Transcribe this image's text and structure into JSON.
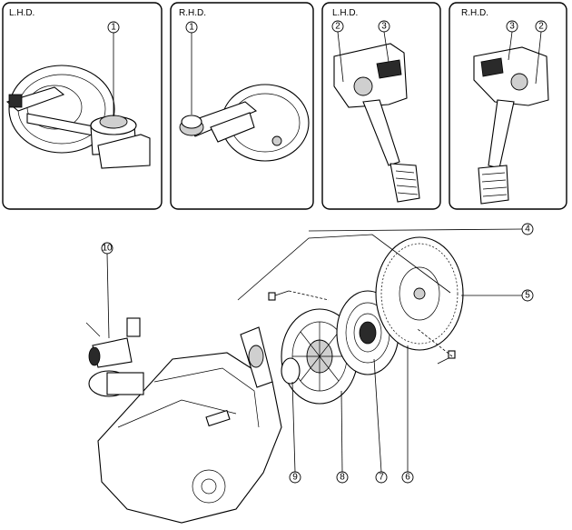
{
  "panels": [
    {
      "side": "L.H.D.",
      "callouts": [
        "1"
      ]
    },
    {
      "side": "R.H.D.",
      "callouts": [
        "1"
      ]
    },
    {
      "side": "L.H.D.",
      "callouts": [
        "2",
        "3"
      ]
    },
    {
      "side": "R.H.D.",
      "callouts": [
        "3",
        "2"
      ]
    }
  ],
  "main_callouts": [
    "4",
    "5",
    "6",
    "7",
    "8",
    "9",
    "10"
  ]
}
